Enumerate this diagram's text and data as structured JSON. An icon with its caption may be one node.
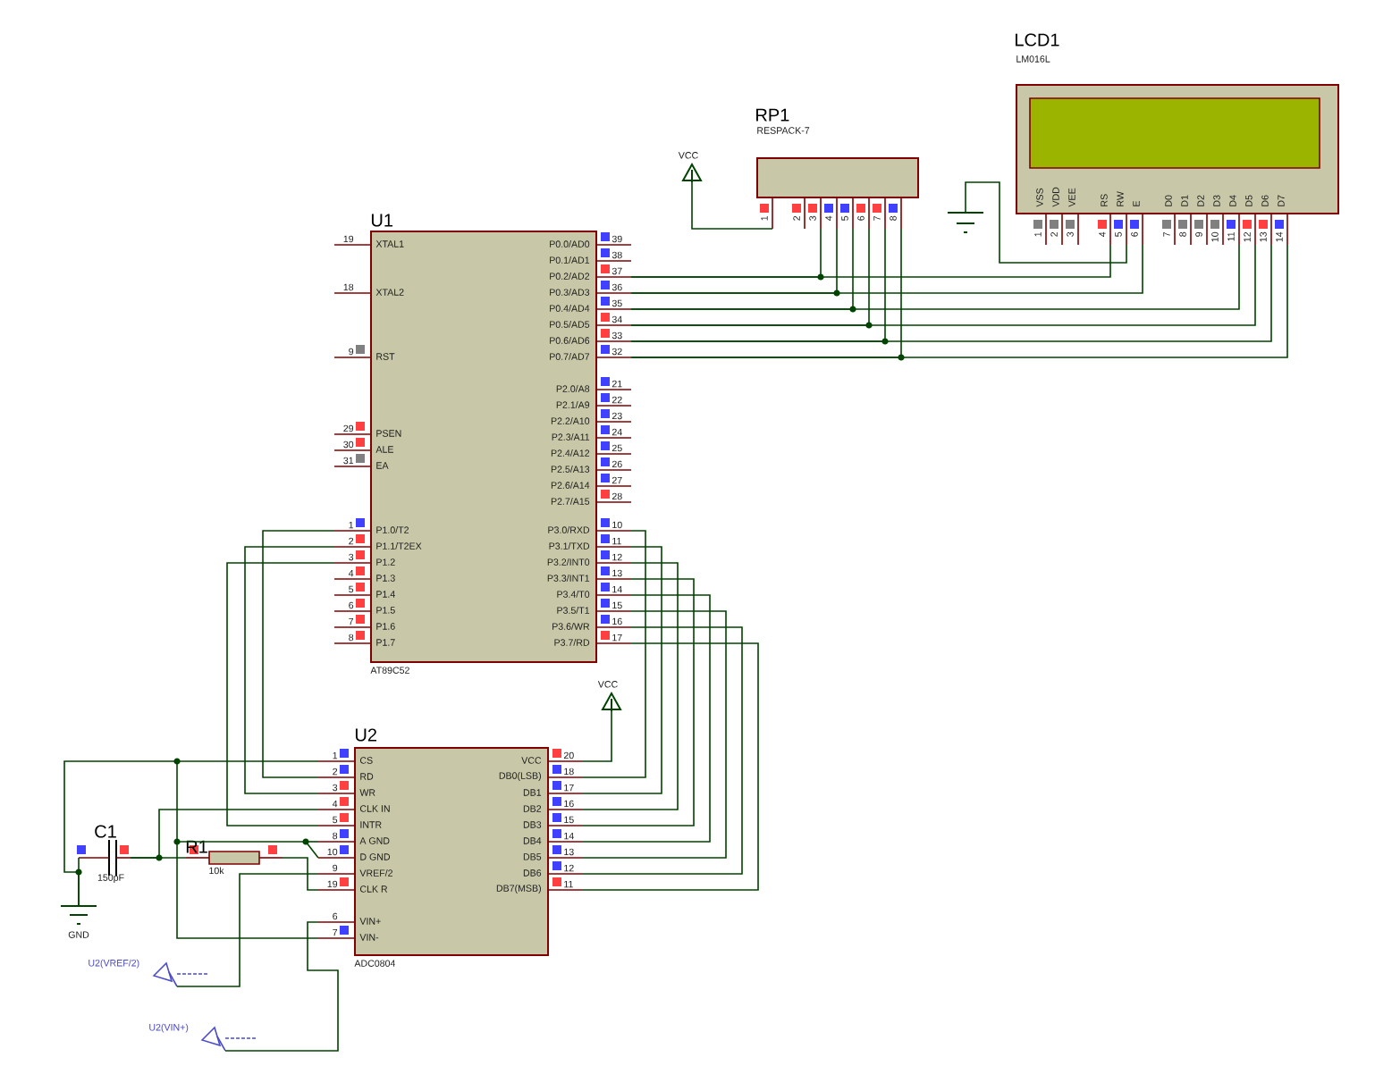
{
  "diagram": {
    "nodes": [
      {
        "text": [
          "U1",
          "XTAL1",
          "XTAL2",
          "RST",
          "PSEN",
          "ALE",
          "EA",
          "P1.0/T2",
          "P1.1/T2EX",
          "P1.2",
          "P1.3",
          "P1.4",
          "P1.5",
          "P1.6",
          "P1.7",
          "P0.0/AD0",
          "P0.1/AD1",
          "P0.2/AD2",
          "P0.3/AD3",
          "P0.4/AD4",
          "P0.5/AD5",
          "P0.6/AD6",
          "P0.7/AD7",
          "P2.0/A8",
          "P2.1/A9",
          "P2.2/A10",
          "P2.3/A11",
          "P2.4/A12",
          "P2.5/A13",
          "P2.6/A14",
          "P2.7/A15",
          "P3.0/RXD",
          "P3.1/TXD",
          "P3.2/INT0",
          "P3.3/INT1",
          "P3.4/T0",
          "P3.5/T1",
          "P3.6/WR",
          "P3.7/RD",
          "AT89C52"
        ],
        "beside": [
          "19",
          "18",
          "9",
          "29",
          "30",
          "31",
          "1",
          "2",
          "3",
          "4",
          "5",
          "6",
          "7",
          "8",
          "39",
          "38",
          "37",
          "36",
          "35",
          "34",
          "33",
          "32",
          "21",
          "22",
          "23",
          "24",
          "25",
          "26",
          "27",
          "28",
          "10",
          "11",
          "12",
          "13",
          "14",
          "15",
          "16",
          "17"
        ]
      },
      {
        "text": [
          "RP1",
          "RESPACK-7"
        ],
        "beside": [
          "1",
          "2",
          "3",
          "4",
          "5",
          "6",
          "7",
          "8"
        ]
      },
      {
        "text": [
          "LCD1",
          "VSS",
          "VDD",
          "VEE",
          "RS",
          "RW",
          "E",
          "D0",
          "D1",
          "D2",
          "D3",
          "D4",
          "D5",
          "D6",
          "D7",
          "LM016L"
        ],
        "beside": [
          "1",
          "2",
          "3",
          "4",
          "5",
          "6",
          "7",
          "8",
          "9",
          "10",
          "11",
          "12",
          "13",
          "14"
        ]
      },
      {
        "text": [
          "U2",
          "CS",
          "RD",
          "WR",
          "CLK IN",
          "INTR",
          "A GND",
          "D GND",
          "VREF/2",
          "CLK R",
          "VIN+",
          "VIN-",
          "VCC",
          "DB0(LSB)",
          "DB1",
          "DB2",
          "DB3",
          "DB4",
          "DB5",
          "DB6",
          "DB7(MSB)",
          "ADC0804"
        ],
        "beside": [
          "1",
          "2",
          "3",
          "4",
          "5",
          "8",
          "10",
          "9",
          "19",
          "6",
          "7",
          "20",
          "18",
          "17",
          "16",
          "15",
          "14",
          "13",
          "12",
          "11"
        ]
      },
      {
        "text": [
          "C1",
          "150pF"
        ]
      },
      {
        "text": [
          "R1",
          "10k"
        ]
      },
      {
        "text": [
          "VCC"
        ]
      },
      {
        "text": [
          "VCC"
        ]
      },
      {
        "text": [
          "GND"
        ]
      },
      {
        "text": [],
        "shape": "ground"
      },
      {
        "text": [
          "U2(VREF/2)"
        ]
      },
      {
        "text": [
          "U2(VIN+)"
        ]
      }
    ],
    "edges": [
      {
        "from": 6,
        "to": 1,
        "arrow": "none"
      },
      {
        "from": 0,
        "to": 1,
        "arrow": "none"
      },
      {
        "from": 0,
        "to": 1,
        "arrow": "none"
      },
      {
        "from": 0,
        "to": 1,
        "arrow": "none"
      },
      {
        "from": 0,
        "to": 1,
        "arrow": "none"
      },
      {
        "from": 0,
        "to": 1,
        "arrow": "none"
      },
      {
        "from": 0,
        "to": 1,
        "arrow": "none"
      },
      {
        "from": 0,
        "to": 2,
        "arrow": "none"
      },
      {
        "from": 0,
        "to": 2,
        "arrow": "none"
      },
      {
        "from": 0,
        "to": 2,
        "arrow": "none"
      },
      {
        "from": 0,
        "to": 2,
        "arrow": "none"
      },
      {
        "from": 0,
        "to": 2,
        "arrow": "none"
      },
      {
        "from": 0,
        "to": 2,
        "arrow": "none"
      },
      {
        "from": 2,
        "to": 9,
        "arrow": "none"
      },
      {
        "from": 0,
        "to": 3,
        "arrow": "none"
      },
      {
        "from": 0,
        "to": 3,
        "arrow": "none"
      },
      {
        "from": 0,
        "to": 3,
        "arrow": "none"
      },
      {
        "from": 0,
        "to": 3,
        "arrow": "none"
      },
      {
        "from": 0,
        "to": 3,
        "arrow": "none"
      },
      {
        "from": 0,
        "to": 3,
        "arrow": "none"
      },
      {
        "from": 0,
        "to": 3,
        "arrow": "none"
      },
      {
        "from": 0,
        "to": 3,
        "arrow": "none"
      },
      {
        "from": 0,
        "to": 3,
        "arrow": "none"
      },
      {
        "from": 0,
        "to": 3,
        "arrow": "none"
      },
      {
        "from": 0,
        "to": 3,
        "arrow": "none"
      },
      {
        "from": 7,
        "to": 3,
        "arrow": "none"
      },
      {
        "from": 3,
        "to": 8,
        "arrow": "none"
      },
      {
        "from": 3,
        "to": 8,
        "arrow": "none"
      },
      {
        "from": 3,
        "to": 8,
        "arrow": "none"
      },
      {
        "from": 3,
        "to": 8,
        "arrow": "none"
      },
      {
        "from": 4,
        "to": 8,
        "arrow": "none"
      },
      {
        "from": 4,
        "to": 3,
        "arrow": "none"
      },
      {
        "from": 4,
        "to": 5,
        "arrow": "none"
      },
      {
        "from": 5,
        "to": 3,
        "arrow": "none"
      },
      {
        "from": 10,
        "to": 3,
        "arrow": "none"
      },
      {
        "from": 11,
        "to": 3,
        "arrow": "none"
      }
    ]
  }
}
